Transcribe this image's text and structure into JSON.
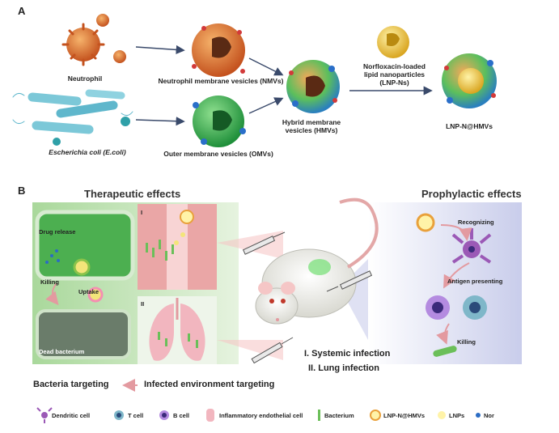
{
  "panel_a": {
    "letter": "A",
    "neutrophil": "Neutrophil",
    "ecoli": "Escherichia coli (E.coli)",
    "nmv": "Neutrophil membrane vesicles (NMVs)",
    "omv": "Outer membrane vesicles (OMVs)",
    "hmv": "Hybrid membrane vesicles (HMVs)",
    "lnp_line1": "Norfloxacin-loaded",
    "lnp_line2": "lipid  nanoparticles",
    "lnp_line3": "(LNP-Ns)",
    "final": "LNP-N@HMVs"
  },
  "panel_b": {
    "letter": "B",
    "therapeutic": "Therapeutic effects",
    "prophylactic": "Prophylactic effects",
    "drug_release": "Drug release",
    "killing_left": "Killing",
    "uptake": "Uptake",
    "dead": "Dead bacterium",
    "roman1": "I",
    "roman2": "II",
    "recognizing": "Recognizing",
    "antigen": "Antigen presenting",
    "killing_right": "Killing",
    "systemic": "I. Systemic infection",
    "lung": "II. Lung infection",
    "bact_target": "Bacteria targeting",
    "env_target": "Infected environment targeting"
  },
  "legend": {
    "dendritic": "Dendritic cell",
    "tcell": "T cell",
    "bcell": "B cell",
    "endothelial": "Inflammatory endothelial cell",
    "bacterium": "Bacterium",
    "lnpn": "LNP-N@HMVs",
    "lnps": "LNPs",
    "nor": "Nor"
  },
  "colors": {
    "neutrophil": "#d9672a",
    "omv_green": "#3bb54a",
    "lnp_yellow": "#f2d04a",
    "panel_b_green": "#c7e7bd",
    "panel_b_blue": "#d5daf0",
    "arrow": "#3a4a6b"
  }
}
